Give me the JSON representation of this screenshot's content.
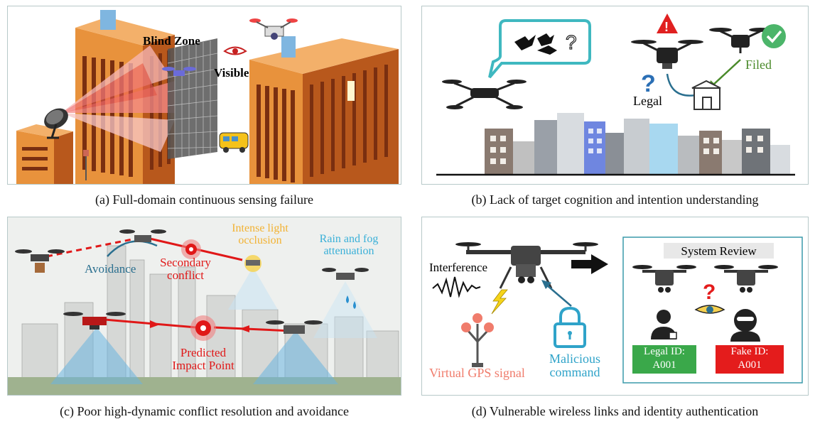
{
  "colors": {
    "building_orange": "#e8923c",
    "building_dark": "#b8581c",
    "radar_red": "#e23a3a",
    "filed_green": "#4a8a2a",
    "teal_bubble": "#3fb8c0",
    "legal_box_green": "#3aa84a",
    "fake_box_red": "#e41c1c",
    "virtual_gps_pink": "#f07c6c",
    "malicious_blue": "#2fa3c9",
    "light_yellow": "#f2b233",
    "rain_blue": "#3ab0d8",
    "conflict_red": "#e01818"
  },
  "panels": {
    "a": {
      "caption": "(a) Full-domain continuous sensing failure",
      "blind_zone": "Blind Zone",
      "visible": "Visible"
    },
    "b": {
      "caption": "(b) Lack of target cognition and intention understanding",
      "legal": "Legal",
      "filed": "Filed"
    },
    "c": {
      "caption": "(c) Poor high-dynamic conflict resolution and avoidance",
      "intense_light": "Intense light occlusion",
      "rain_fog": "Rain and fog attenuation",
      "avoidance": "Avoidance",
      "secondary_conflict": "Secondary conflict",
      "predicted_impact": "Predicted Impact Point"
    },
    "d": {
      "caption": "(d) Vulnerable wireless links and identity authentication",
      "system_review": "System Review",
      "interference": "Interference",
      "virtual_gps": "Virtual GPS signal",
      "malicious": "Malicious command",
      "legal_id": "Legal ID:",
      "legal_id_value": "A001",
      "fake_id": "Fake ID:",
      "fake_id_value": "A001"
    }
  }
}
